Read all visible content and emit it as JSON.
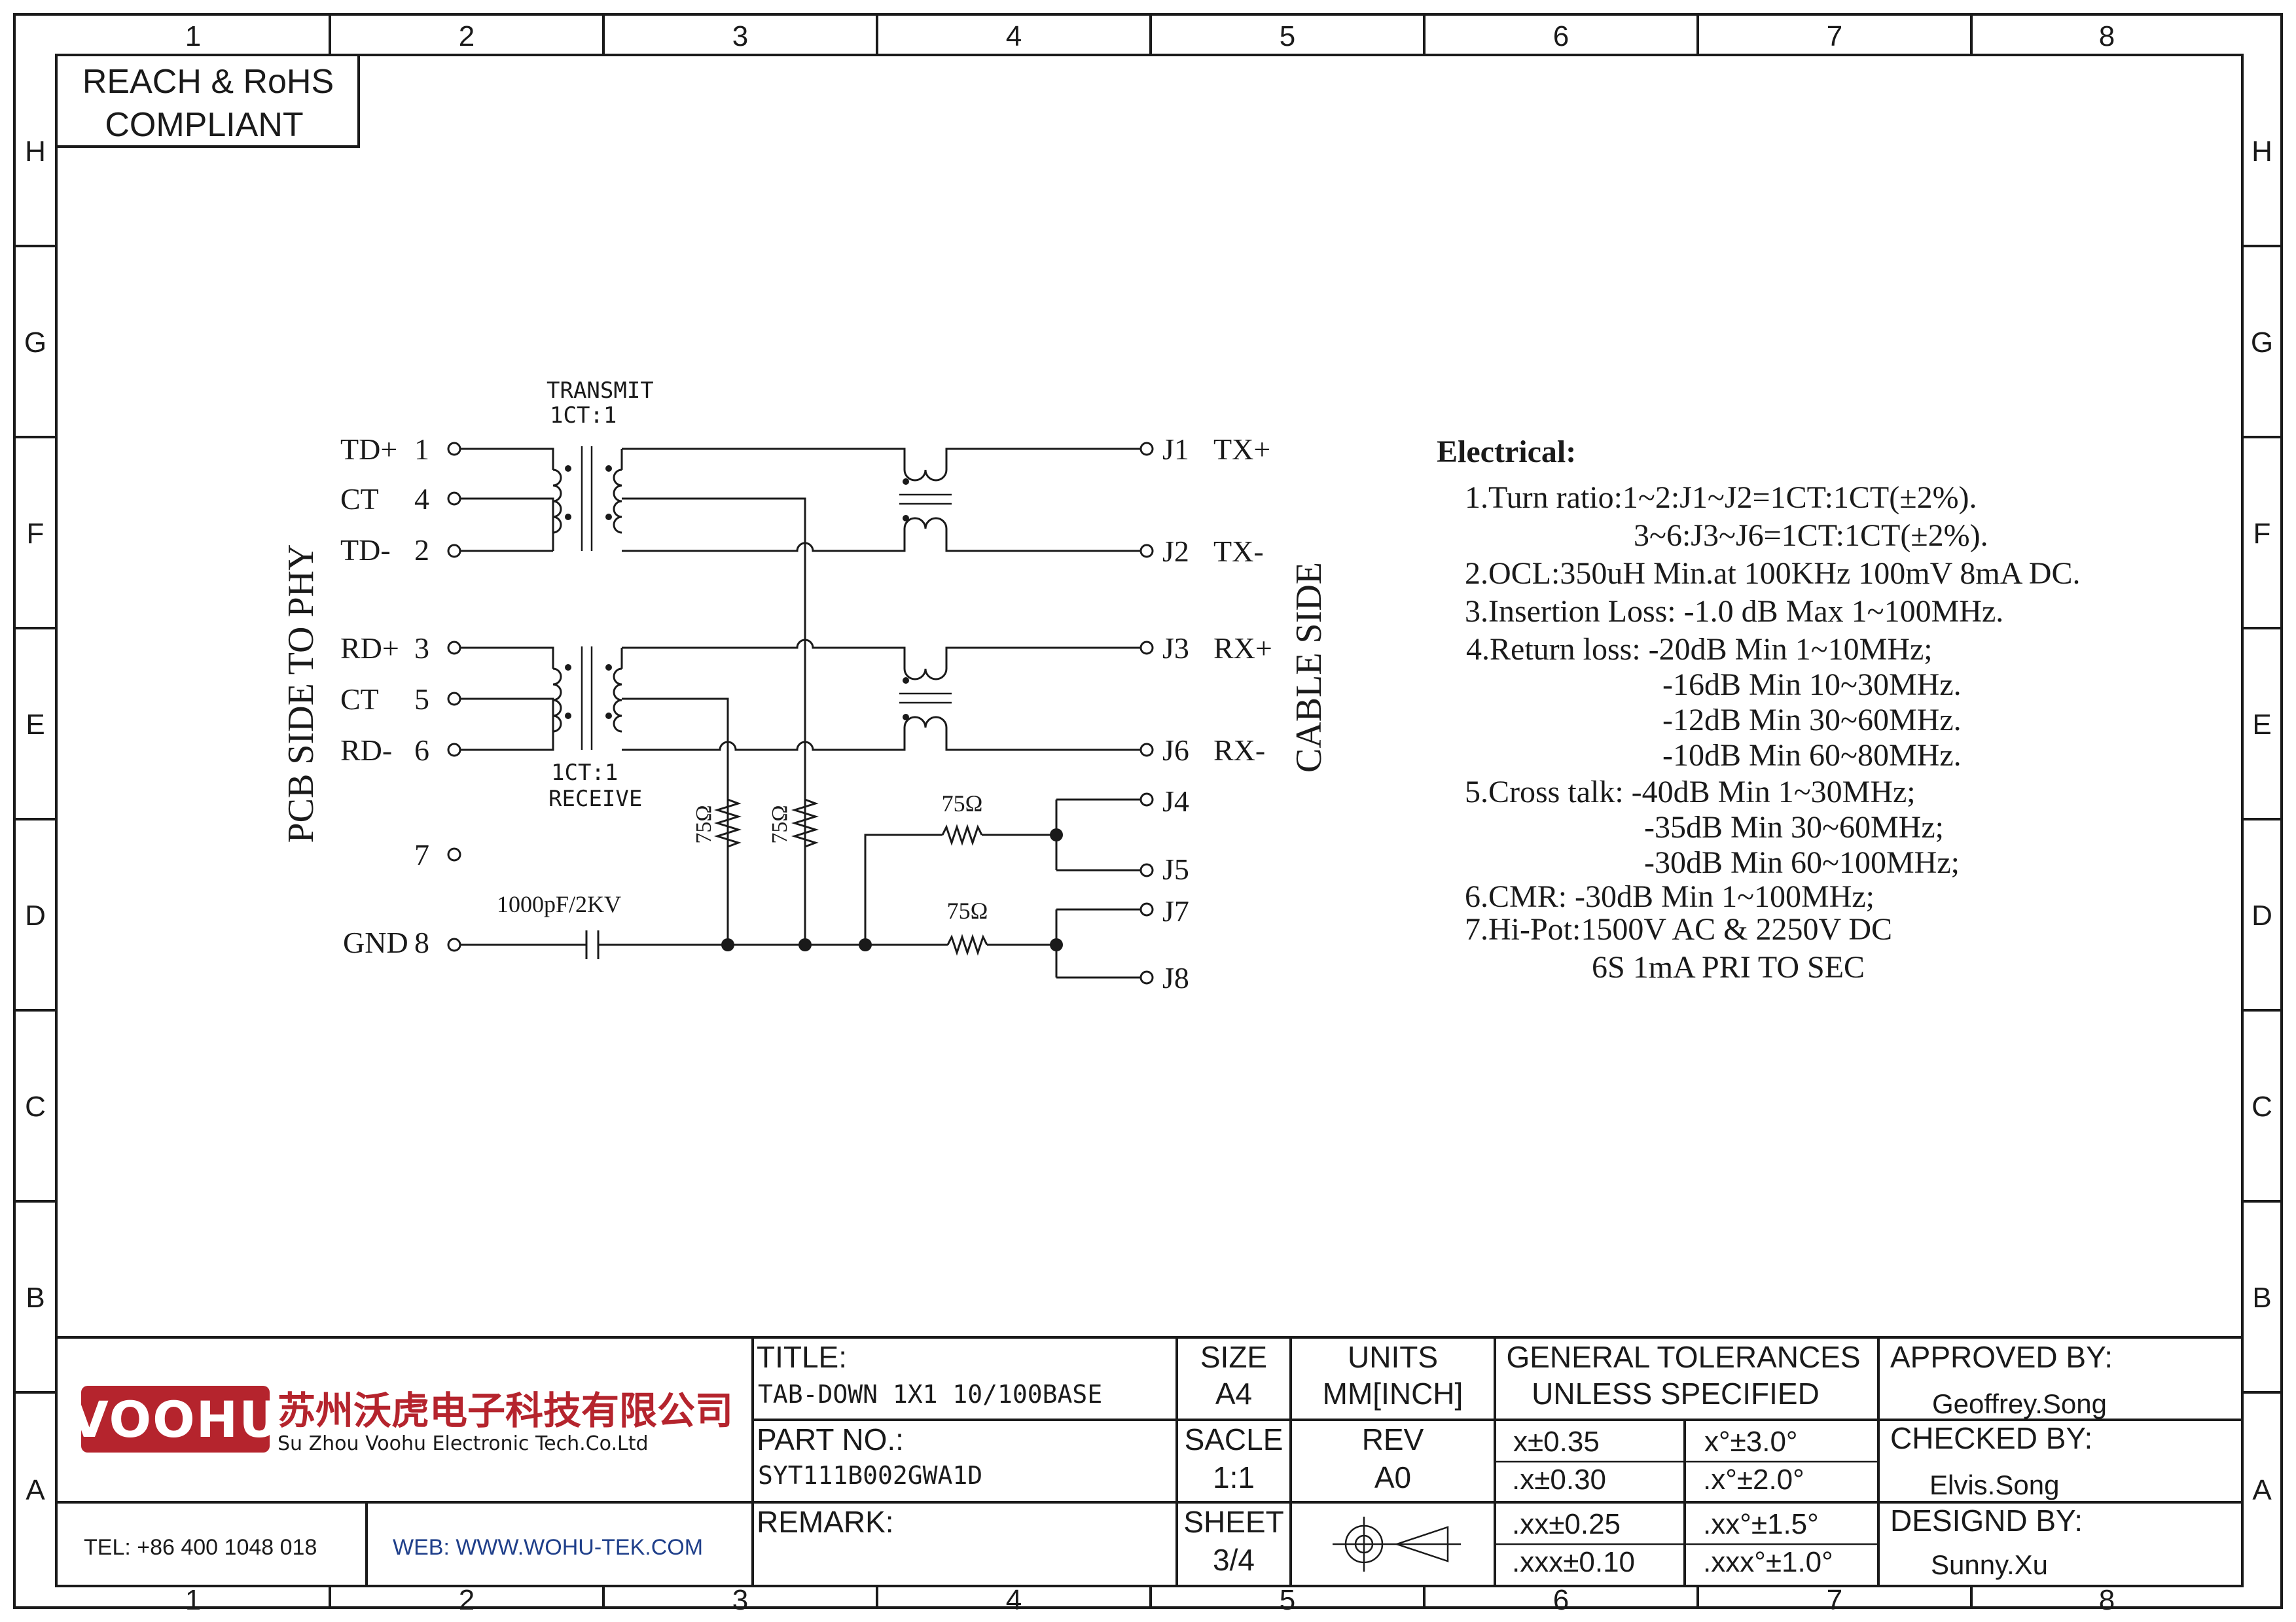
{
  "frame": {
    "columns": [
      "1",
      "2",
      "3",
      "4",
      "5",
      "6",
      "7",
      "8"
    ],
    "rows": [
      "H",
      "G",
      "F",
      "E",
      "D",
      "C",
      "B",
      "A"
    ]
  },
  "compliance": {
    "line1": "REACH & RoHS",
    "line2": "COMPLIANT"
  },
  "schematic": {
    "transmit_label": "TRANSMIT",
    "transmit_ratio": "1CT:1",
    "receive_ratio": "1CT:1",
    "receive_label": "RECEIVE",
    "pcb_side_label": "PCB SIDE TO PHY",
    "cable_side_label": "CABLE SIDE",
    "left_pins": [
      {
        "name": "TD+",
        "num": "1"
      },
      {
        "name": "CT",
        "num": "4"
      },
      {
        "name": "TD-",
        "num": "2"
      },
      {
        "name": "RD+",
        "num": "3"
      },
      {
        "name": "CT",
        "num": "5"
      },
      {
        "name": "RD-",
        "num": "6"
      },
      {
        "name": "",
        "num": "7"
      },
      {
        "name": "GND",
        "num": "8"
      }
    ],
    "right_pins": [
      {
        "name": "J1",
        "signal": "TX+"
      },
      {
        "name": "J2",
        "signal": "TX-"
      },
      {
        "name": "J3",
        "signal": "RX+"
      },
      {
        "name": "J6",
        "signal": "RX-"
      },
      {
        "name": "J4",
        "signal": ""
      },
      {
        "name": "J5",
        "signal": ""
      },
      {
        "name": "J7",
        "signal": ""
      },
      {
        "name": "J8",
        "signal": ""
      }
    ],
    "resistor_value": "75Ω",
    "capacitor_value": "1000pF/2KV"
  },
  "electrical": {
    "heading": "Electrical:",
    "lines": [
      "1.Turn ratio:1~2:J1~J2=1CT:1CT(±2%).",
      "3~6:J3~J6=1CT:1CT(±2%).",
      "2.OCL:350uH Min.at 100KHz 100mV 8mA DC.",
      "3.Insertion Loss: -1.0 dB Max 1~100MHz.",
      "4.Return loss: -20dB Min 1~10MHz;",
      "-16dB Min 10~30MHz.",
      "-12dB Min 30~60MHz.",
      "-10dB Min 60~80MHz.",
      "5.Cross talk: -40dB Min 1~30MHz;",
      "-35dB Min 30~60MHz;",
      "-30dB Min 60~100MHz;",
      "6.CMR: -30dB Min 1~100MHz;",
      "7.Hi-Pot:1500V AC & 2250V DC",
      "6S 1mA PRI TO SEC"
    ]
  },
  "title_block": {
    "logo_text": "VOOHU",
    "company_cn": "苏州沃虎电子科技有限公司",
    "company_en": "Su Zhou Voohu Electronic Tech.Co.Ltd",
    "tel": "TEL: +86 400 1048 018",
    "web": "WEB: WWW.WOHU-TEK.COM",
    "title_label": "TITLE:",
    "title_value": "TAB-DOWN 1X1 10/100BASE",
    "part_label": "PART NO.:",
    "part_value": "SYT111B002GWA1D",
    "remark_label": "REMARK:",
    "size_label": "SIZE",
    "size_value": "A4",
    "scale_label": "SACLE",
    "scale_value": "1:1",
    "sheet_label": "SHEET",
    "sheet_value": "3/4",
    "units_label": "UNITS",
    "units_value": "MM[INCH]",
    "rev_label": "REV",
    "rev_value": "A0",
    "tol_title1": "GENERAL TOLERANCES",
    "tol_title2": "UNLESS SPECIFIED",
    "tolerances": [
      [
        "x±0.35",
        "x°±3.0°"
      ],
      [
        ".x±0.30",
        ".x°±2.0°"
      ],
      [
        ".xx±0.25",
        ".xx°±1.5°"
      ],
      [
        ".xxx±0.10",
        ".xxx°±1.0°"
      ]
    ],
    "approved_label": "APPROVED BY:",
    "approved_value": "Geoffrey.Song",
    "checked_label": "CHECKED BY:",
    "checked_value": "Elvis.Song",
    "designed_label": "DESIGND BY:",
    "designed_value": "Sunny.Xu"
  },
  "colors": {
    "ink": "#1a1a1a",
    "logo_red": "#b5242d",
    "web_blue": "#1f3f8a"
  }
}
